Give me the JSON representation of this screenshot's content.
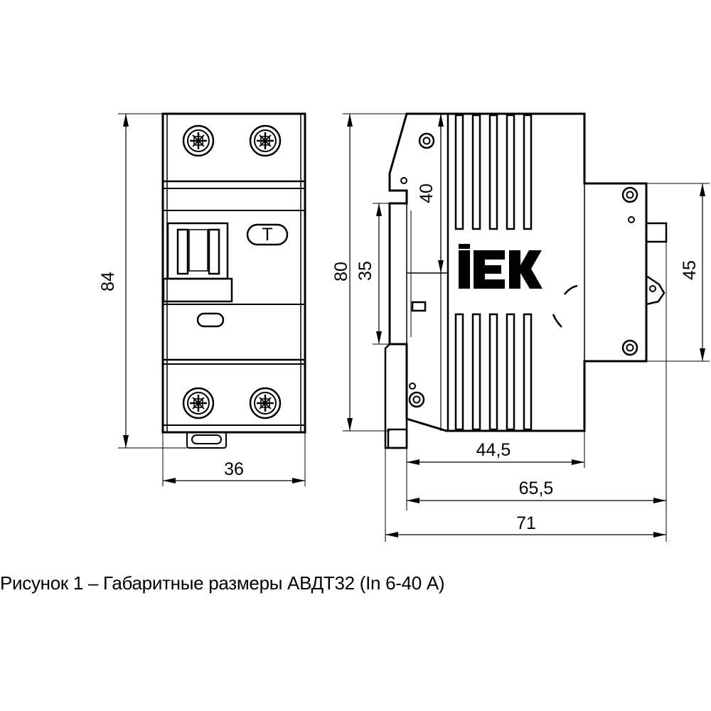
{
  "dimensions": {
    "front_height": "84",
    "front_width": "36",
    "side_height": "80",
    "din_rail": "35",
    "top_offset": "40",
    "right_height": "45",
    "depth_body": "44,5",
    "depth_mid": "65,5",
    "depth_total": "71"
  },
  "labels": {
    "test_button": "T",
    "brand": "IEK"
  },
  "caption": "Рисунок 1 – Габаритные размеры АВДТ32 (In 6-40 А)"
}
